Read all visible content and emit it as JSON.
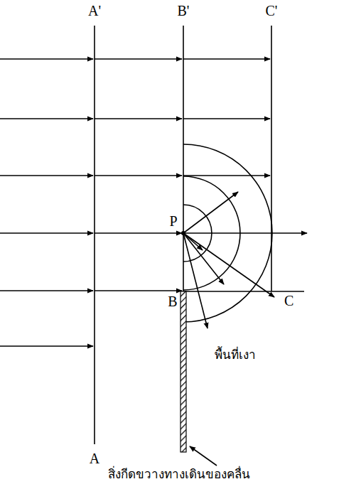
{
  "diagram": {
    "labels": [
      "A'",
      "B'",
      "C'",
      "P",
      "B",
      "C",
      "พื้นที่เงา",
      "A",
      "สิ่งกีดขวางทางเดินของคลื่น"
    ]
  }
}
